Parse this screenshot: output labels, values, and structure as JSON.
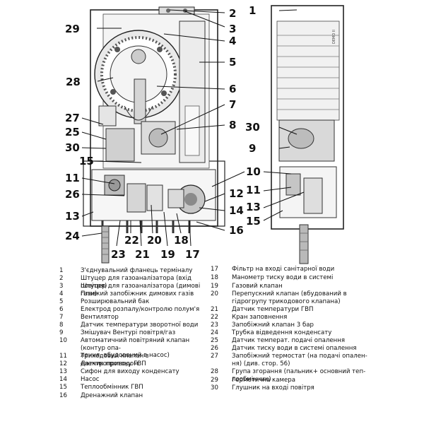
{
  "labels": {
    "front": [
      "1",
      "2",
      "3",
      "4",
      "5",
      "6",
      "7",
      "8",
      "9",
      "10",
      "11",
      "12",
      "13",
      "14",
      "15",
      "16",
      "17",
      "18",
      "19",
      "20",
      "21",
      "22",
      "23",
      "24",
      "25",
      "26",
      "27",
      "28",
      "29",
      "30"
    ],
    "side": [
      "1",
      "30",
      "9",
      "10",
      "11",
      "12",
      "13",
      "15"
    ]
  },
  "legend": [
    {
      "num": "1",
      "text": "З'єднувальний фланець терміналу"
    },
    {
      "num": "2",
      "text": "Штуцер для газоаналізатора (вхід повітря)"
    },
    {
      "num": "3",
      "text": "Штуцер для газоаналізатора (димові гази)"
    },
    {
      "num": "4",
      "text": "Плавкий запобіжник димових газів"
    },
    {
      "num": "5",
      "text": "Розширювальний бак"
    },
    {
      "num": "6",
      "text": "Електрод розпалу/контролю полум'я"
    },
    {
      "num": "7",
      "text": "Вентилятор"
    },
    {
      "num": "8",
      "text": "Датчик температури зворотної води"
    },
    {
      "num": "9",
      "text": "Змішувач Вентурі повітря/газ"
    },
    {
      "num": "10",
      "text": "Автоматичний повітряний клапан (контур опа-\nлення, вбудований в насос)"
    },
    {
      "num": "11",
      "text": "Триходовий клапан з електроприводом"
    },
    {
      "num": "12",
      "text": "Датчик протоку ГВП"
    },
    {
      "num": "13",
      "text": "Сифон для виходу конденсату"
    },
    {
      "num": "14",
      "text": "Насос"
    },
    {
      "num": "15",
      "text": "Теплообмінник ГВП"
    },
    {
      "num": "16",
      "text": "Дренажний клапан"
    },
    {
      "num": "17",
      "text": "Фільтр на вході санітарної води"
    },
    {
      "num": "18",
      "text": "Манометр тиску води в системі"
    },
    {
      "num": "19",
      "text": "Газовий клапан"
    },
    {
      "num": "20",
      "text": "Перепускний клапан (вбудований в\nгідрогрупу трикодового клапана)"
    },
    {
      "num": "21",
      "text": "Датчик температури ГВП"
    },
    {
      "num": "22",
      "text": "Кран заповнення"
    },
    {
      "num": "23",
      "text": "Запобіжний клапан 3 бар"
    },
    {
      "num": "24",
      "text": "Трубка відведення конденсату"
    },
    {
      "num": "25",
      "text": "Датчик температ. подачі опалення"
    },
    {
      "num": "26",
      "text": "Датчик тиску води в системі опалення"
    },
    {
      "num": "27",
      "text": "Запобіжний термостат (на подачі опален-\nня) (див. стор. 56)"
    },
    {
      "num": "28",
      "text": "Група згорання (пальник+ основний теп-\nлообмінник)"
    },
    {
      "num": "29",
      "text": "Герметична камера"
    },
    {
      "num": "30",
      "text": "Глушник на вході повітря"
    }
  ],
  "colors": {
    "line": "#111111",
    "frame": "#2b2b2b",
    "fill_light": "#f2f2f2",
    "fill_mid": "#c9c9c9",
    "fill_dark": "#7a7a7a"
  },
  "device_text": "DEMO II"
}
